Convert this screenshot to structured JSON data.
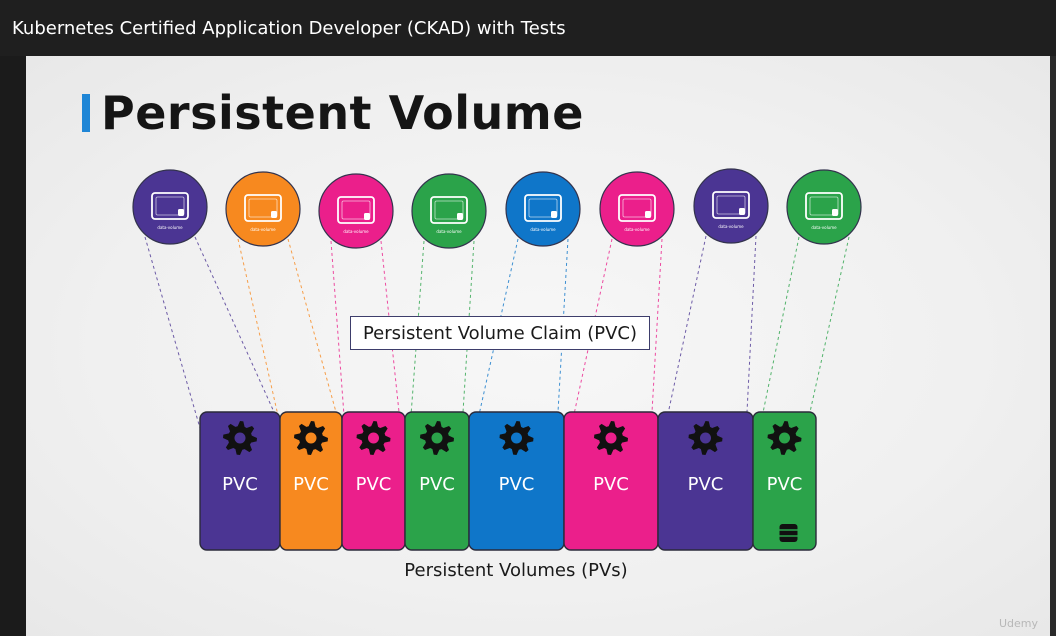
{
  "window": {
    "title": "Kubernetes Certified Application Developer (CKAD) with Tests"
  },
  "slide": {
    "heading": "Persistent Volume",
    "claim_label": "Persistent Volume Claim (PVC)",
    "volumes_label": "Persistent Volumes (PVs)",
    "watermark": "Udemy"
  },
  "pods": [
    {
      "color": "#4b3593",
      "label": "data-volume",
      "icon": "volume-icon"
    },
    {
      "color": "#f7891f",
      "label": "data-volume",
      "icon": "volume-icon"
    },
    {
      "color": "#eb1f8b",
      "label": "data-volume",
      "icon": "volume-icon"
    },
    {
      "color": "#2ba34a",
      "label": "data-volume",
      "icon": "volume-icon"
    },
    {
      "color": "#0f76c9",
      "label": "data-volume",
      "icon": "volume-icon"
    },
    {
      "color": "#eb1f8b",
      "label": "data-volume",
      "icon": "volume-icon"
    },
    {
      "color": "#4b3593",
      "label": "data-volume",
      "icon": "volume-icon"
    },
    {
      "color": "#2ba34a",
      "label": "data-volume",
      "icon": "volume-icon"
    }
  ],
  "pvcs": [
    {
      "label": "PVC",
      "color": "#4b3593",
      "icon": "gear-icon"
    },
    {
      "label": "PVC",
      "color": "#f7891f",
      "icon": "gear-icon"
    },
    {
      "label": "PVC",
      "color": "#eb1f8b",
      "icon": "gear-icon"
    },
    {
      "label": "PVC",
      "color": "#2ba34a",
      "icon": "gear-icon"
    },
    {
      "label": "PVC",
      "color": "#0f76c9",
      "icon": "gear-icon"
    },
    {
      "label": "PVC",
      "color": "#eb1f8b",
      "icon": "gear-icon"
    },
    {
      "label": "PVC",
      "color": "#4b3593",
      "icon": "gear-icon"
    },
    {
      "label": "PVC",
      "color": "#2ba34a",
      "icon": "gear-icon",
      "extra_icon": "database-icon"
    }
  ]
}
